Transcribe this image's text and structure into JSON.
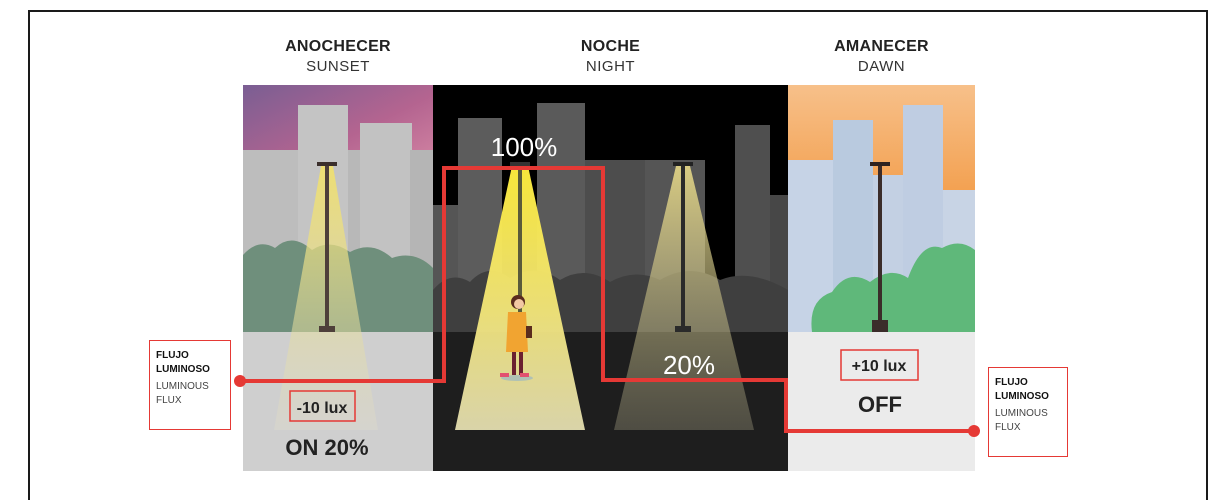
{
  "phases": [
    {
      "title_es": "ANOCHECER",
      "title_en": "SUNSET"
    },
    {
      "title_es": "NOCHE",
      "title_en": "NIGHT"
    },
    {
      "title_es": "AMANECER",
      "title_en": "DAWN"
    }
  ],
  "flux_labels": {
    "left": {
      "es_line1": "FLUJO",
      "es_line2": "LUMINOSO",
      "en_line1": "LUMINOUS",
      "en_line2": "FLUX"
    },
    "right": {
      "es_line1": "FLUJO",
      "es_line2": "LUMINOSO",
      "en_line1": "LUMINOUS",
      "en_line2": "FLUX"
    }
  },
  "values": {
    "night_full": "100%",
    "night_dim": "20%",
    "sunset_lux": "-10 lux",
    "sunset_state": "ON 20%",
    "dawn_lux": "+10 lux",
    "dawn_state": "OFF"
  },
  "colors": {
    "flux_line": "#e53935",
    "night_bg": "#000000",
    "lamp_light": "#f5e04a"
  }
}
